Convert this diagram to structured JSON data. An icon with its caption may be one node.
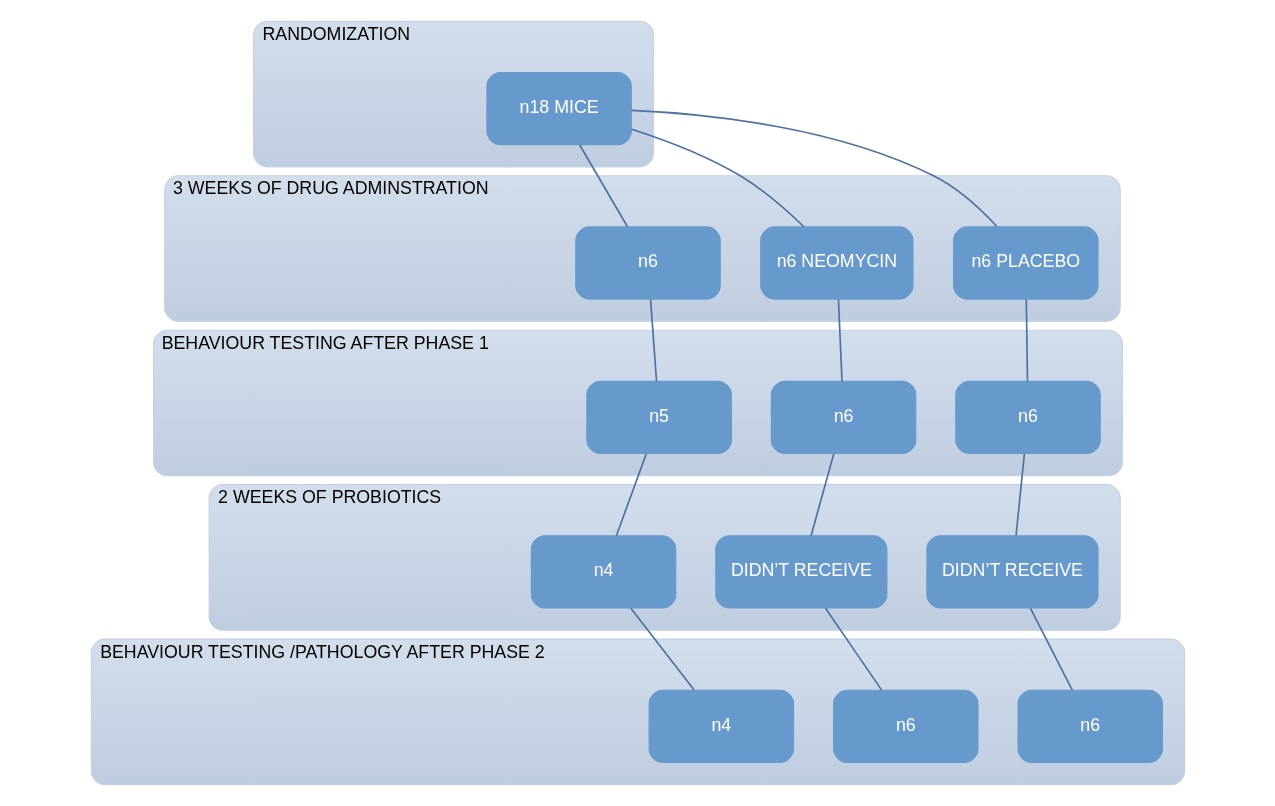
{
  "diagram": {
    "nodes": [
      {
        "text": [
          "RANDOMIZATION"
        ]
      },
      {
        "text": [
          "n18 MICE"
        ],
        "in": 0
      },
      {
        "text": [
          "3 WEEKS OF DRUG ADMINSTRATION"
        ]
      },
      {
        "text": [
          "n6"
        ],
        "in": 2
      },
      {
        "text": [
          "n6 NEOMYCIN"
        ],
        "in": 2
      },
      {
        "text": [
          "n6 PLACEBO"
        ],
        "in": 2
      },
      {
        "text": [
          "BEHAVIOUR TESTING AFTER PHASE 1"
        ]
      },
      {
        "text": [
          "n5"
        ],
        "in": 6
      },
      {
        "text": [
          "n6"
        ],
        "in": 6
      },
      {
        "text": [
          "n6"
        ],
        "in": 6
      },
      {
        "text": [
          "2 WEEKS OF PROBIOTICS"
        ]
      },
      {
        "text": [
          "n4"
        ],
        "in": 10
      },
      {
        "text": [
          "DIDN’T RECEIVE"
        ],
        "in": 10
      },
      {
        "text": [
          "DIDN’T RECEIVE"
        ],
        "in": 10
      },
      {
        "text": [
          "BEHAVIOUR TESTING /PATHOLOGY AFTER PHASE 2"
        ]
      },
      {
        "text": [
          "n4"
        ],
        "in": 14
      },
      {
        "text": [
          "n6"
        ],
        "in": 14
      },
      {
        "text": [
          "n6"
        ],
        "in": 14
      }
    ],
    "edges": [
      {
        "from": 1,
        "to": 3,
        "arrow": "none"
      },
      {
        "from": 1,
        "to": 4,
        "arrow": "none"
      },
      {
        "from": 1,
        "to": 5,
        "arrow": "none"
      },
      {
        "from": 3,
        "to": 7,
        "arrow": "none"
      },
      {
        "from": 4,
        "to": 8,
        "arrow": "none"
      },
      {
        "from": 5,
        "to": 9,
        "arrow": "none"
      },
      {
        "from": 7,
        "to": 11,
        "arrow": "none"
      },
      {
        "from": 8,
        "to": 12,
        "arrow": "none"
      },
      {
        "from": 9,
        "to": 13,
        "arrow": "none"
      },
      {
        "from": 11,
        "to": 15,
        "arrow": "none"
      },
      {
        "from": 12,
        "to": 16,
        "arrow": "none"
      },
      {
        "from": 13,
        "to": 17,
        "arrow": "none"
      }
    ]
  }
}
